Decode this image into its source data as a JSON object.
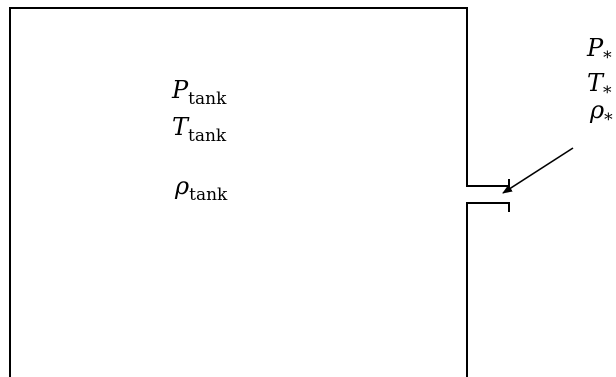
{
  "colors": {
    "line": "#000000",
    "background": "#ffffff"
  },
  "tank": {
    "pressure": {
      "symbol": "P",
      "subscript": "tank"
    },
    "temperature": {
      "symbol": "T",
      "subscript": "tank"
    },
    "density": {
      "symbol": "ρ",
      "subscript": "tank"
    }
  },
  "throat": {
    "pressure": {
      "symbol": "P",
      "subscript": "*"
    },
    "temperature": {
      "symbol": "T",
      "subscript": "*"
    },
    "density": {
      "symbol": "ρ",
      "subscript": "*"
    }
  }
}
